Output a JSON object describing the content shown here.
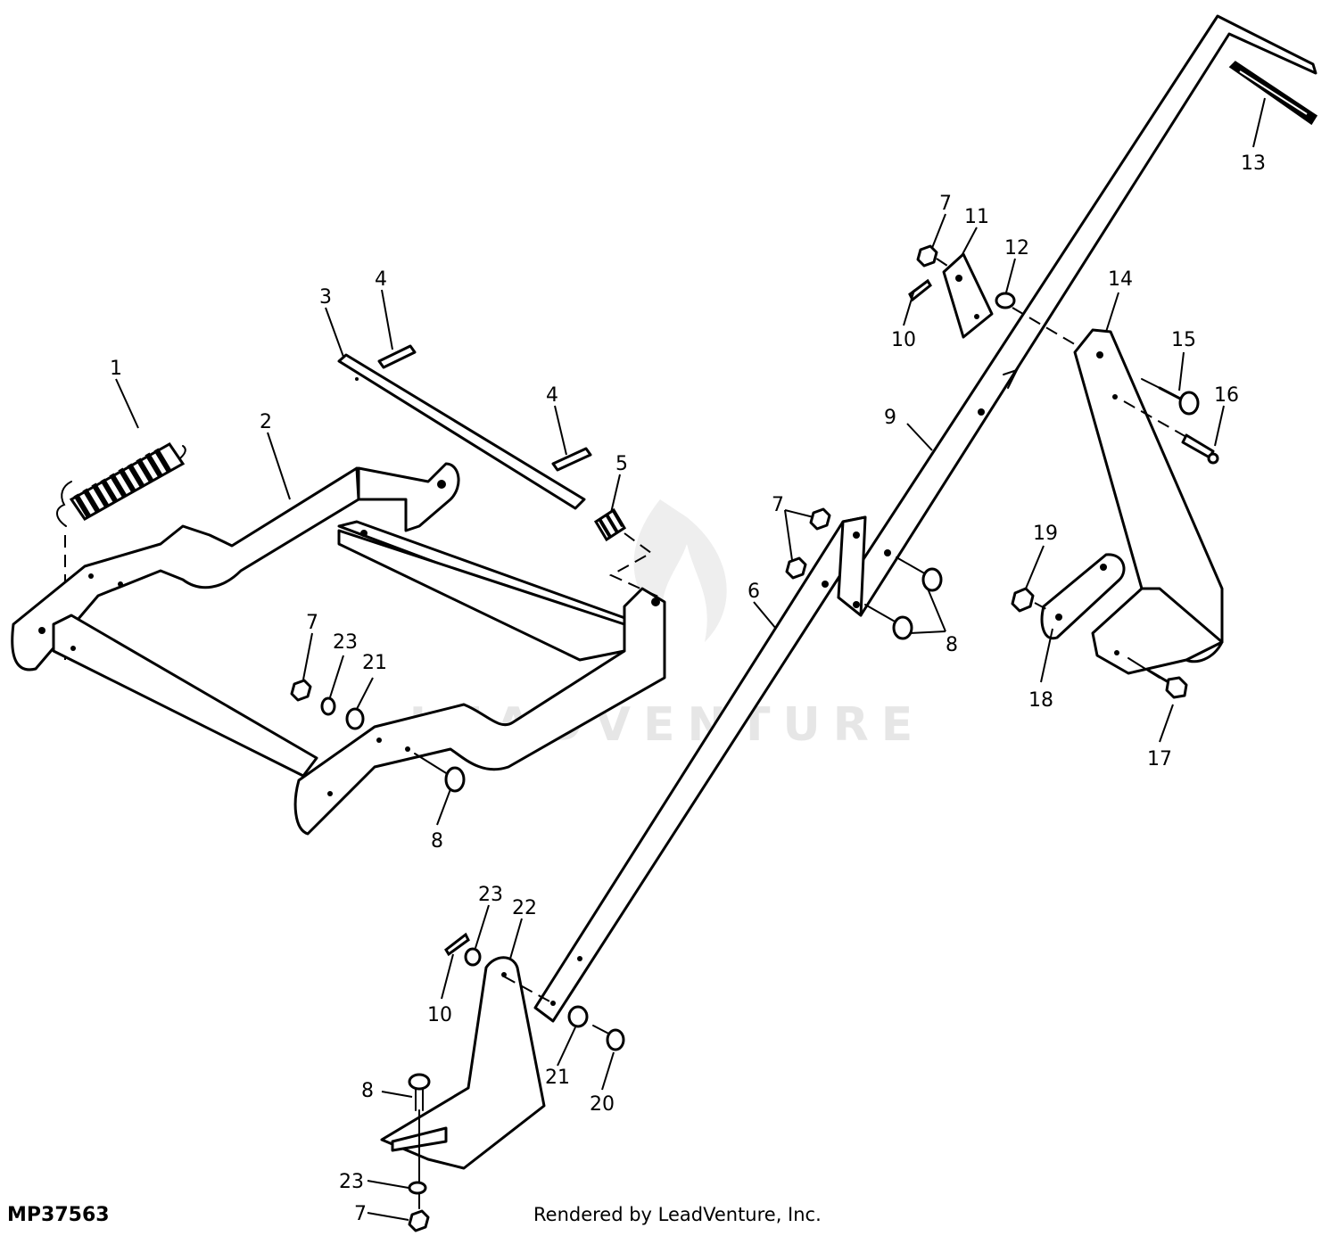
{
  "diagram": {
    "code": "MP37563",
    "credit": "Rendered by LeadVenture, Inc.",
    "watermark": "LEADVENTURE",
    "callouts": {
      "c1": "1",
      "c2": "2",
      "c3": "3",
      "c4a": "4",
      "c4b": "4",
      "c5": "5",
      "c6": "6",
      "c7a": "7",
      "c7b": "7",
      "c7c": "7",
      "c7d": "7",
      "c8a": "8",
      "c8b": "8",
      "c8c": "8",
      "c9": "9",
      "c10a": "10",
      "c10b": "10",
      "c11": "11",
      "c12": "12",
      "c13": "13",
      "c14": "14",
      "c15": "15",
      "c16": "16",
      "c17": "17",
      "c18": "18",
      "c19": "19",
      "c20": "20",
      "c21a": "21",
      "c21b": "21",
      "c22": "22",
      "c23a": "23",
      "c23b": "23",
      "c23c": "23"
    }
  }
}
